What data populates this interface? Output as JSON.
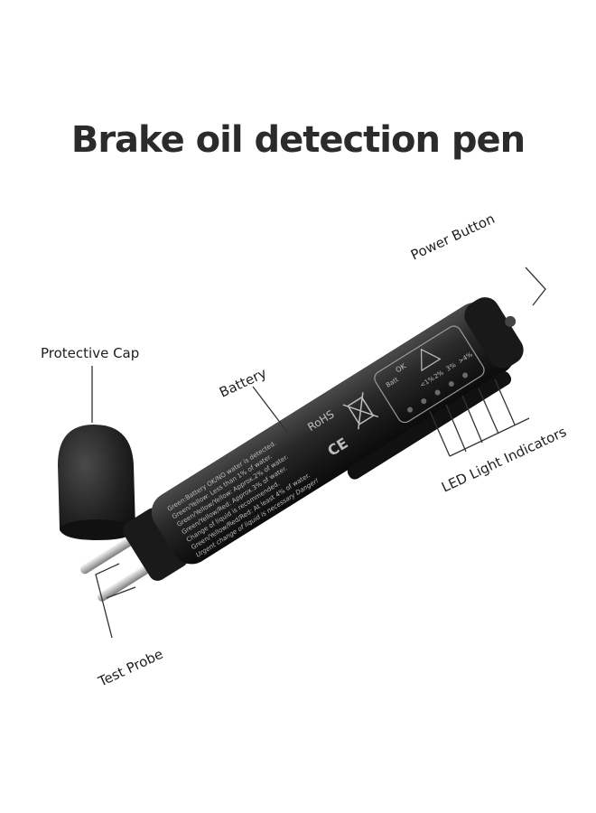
{
  "title": "Brake oil detection pen",
  "labels": {
    "power_button": "Power Button",
    "protective_cap": "Protective Cap",
    "battery": "Battery",
    "led_light_indicators": "LED Light Indicators",
    "test_probe": "Test Probe"
  },
  "pen_print": {
    "line1": "Green:Battery OK/NO water is detected.",
    "line2": "Green/Yellow: Less than 1% of water.",
    "line3": "Green/Yellow/Yellow: Approx.2% of water.",
    "line4": "Green/Yellow/Red: Approx.3% of water.",
    "line5": "Change of liquid is recommended.",
    "line6": "Green/Yellow/Red/Red: At least 4% of water.",
    "line7": "Urgent change of liquid is necessary Danger!",
    "rohs": "RoHS",
    "ce": "CE",
    "indicator_labels": [
      "Batt",
      "OK",
      "<1%",
      "2%",
      "3%",
      ">4%"
    ]
  },
  "colors": {
    "pen_body": "#1f1f1f",
    "cap": "#242424",
    "probe": "#c8c8c8",
    "print": "#bdbdbd",
    "callout_line": "#333333"
  }
}
